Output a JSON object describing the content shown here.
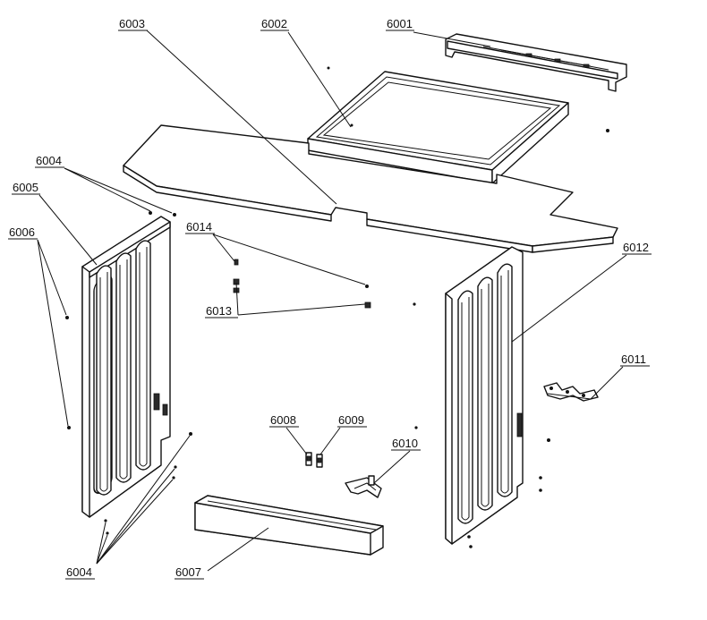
{
  "labels": {
    "p6001": "6001",
    "p6002": "6002",
    "p6003": "6003",
    "p6004_top": "6004",
    "p6004_bottom": "6004",
    "p6005": "6005",
    "p6006": "6006",
    "p6007": "6007",
    "p6008": "6008",
    "p6009": "6009",
    "p6010": "6010",
    "p6011": "6011",
    "p6012": "6012",
    "p6013": "6013",
    "p6014": "6014"
  }
}
